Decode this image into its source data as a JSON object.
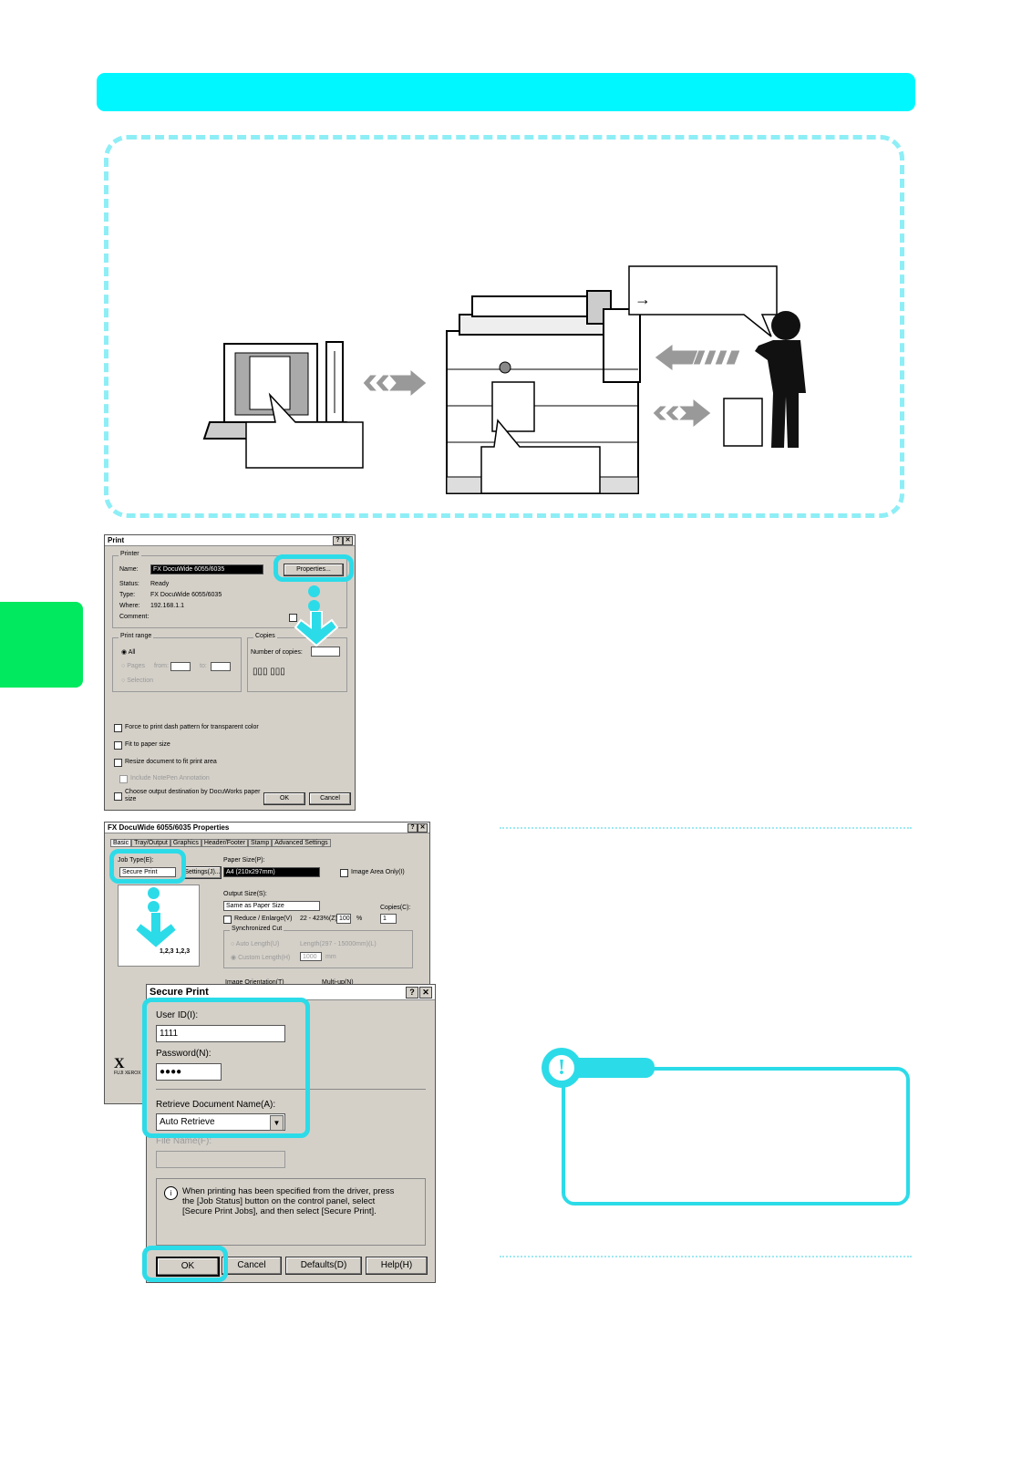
{
  "print_dialog": {
    "title": "Print",
    "printer_group": "Printer",
    "name_label": "Name:",
    "name_value": "FX DocuWide 6055/6035",
    "properties_button": "Properties...",
    "status_label": "Status:",
    "status_value": "Ready",
    "type_label": "Type:",
    "type_value": "FX DocuWide 6055/6035",
    "where_label": "Where:",
    "where_value": "192.168.1.1",
    "comment_label": "Comment:",
    "print_range_group": "Print range",
    "all_label": "All",
    "pages_label": "Pages",
    "from_label": "from:",
    "to_label": "to:",
    "selection_label": "Selection",
    "copies_group": "Copies",
    "number_of_copies_label": "Number of copies:",
    "opt_dash": "Force to print dash pattern for transparent color",
    "opt_fit": "Fit to paper size",
    "opt_resize": "Resize document to fit print area",
    "opt_notepen": "Include NotePen Annotation",
    "opt_output": "Choose output destination by DocuWorks paper size",
    "ok_button": "OK",
    "cancel_button": "Cancel"
  },
  "properties_dialog": {
    "title": "FX DocuWide 6055/6035 Properties",
    "tabs": [
      "Basic",
      "Tray/Output",
      "Graphics",
      "Header/Footer",
      "Stamp",
      "Advanced Settings"
    ],
    "job_type_label": "Job Type(E):",
    "job_type_value": "Secure Print",
    "settings_button": "Settings(J)...",
    "paper_size_label": "Paper Size(P):",
    "paper_size_value": "A4 (210x297mm)",
    "image_area_only": "Image Area Only(I)",
    "output_size_label": "Output Size(S):",
    "output_size_value": "Same as Paper Size",
    "reduce_enlarge": "Reduce / Enlarge(V)",
    "range": "22 - 423%(Z)",
    "percent_value": "100",
    "percent_unit": "%",
    "copies_label": "Copies(C):",
    "copies_value": "1",
    "sync_cut_group": "Synchronized Cut",
    "auto_length": "Auto Length(U)",
    "length_range": "Length(297 - 15000mm)(L)",
    "custom_length": "Custom Length(H)",
    "length_value": "1000",
    "length_unit": "mm",
    "image_orientation": "Image Orientation(T)",
    "multiup": "Multi-up(N)",
    "preview_label": "1,2,3 1,2,3",
    "brand": "FUJI XEROX"
  },
  "secure_print_dialog": {
    "title": "Secure Print",
    "user_id_label": "User ID(I):",
    "user_id_value": "1111",
    "password_label": "Password(N):",
    "password_value": "●●●●",
    "retrieve_label": "Retrieve Document Name(A):",
    "retrieve_value": "Auto Retrieve",
    "file_name_label": "File Name(F):",
    "info_text": "When printing has been specified from the driver, press the [Job Status] button on the control panel, select [Secure Print Jobs], and then select [Secure Print].",
    "ok_button": "OK",
    "cancel_button": "Cancel",
    "defaults_button": "Defaults(D)",
    "help_button": "Help(H)"
  },
  "note": {
    "icon": "exclamation-icon",
    "symbol": "!"
  },
  "diagram": {
    "arrow_symbol": "→"
  },
  "colors": {
    "accent": "#00f7ff",
    "highlight": "#2cdbe8",
    "side_tab": "#00e95f"
  }
}
